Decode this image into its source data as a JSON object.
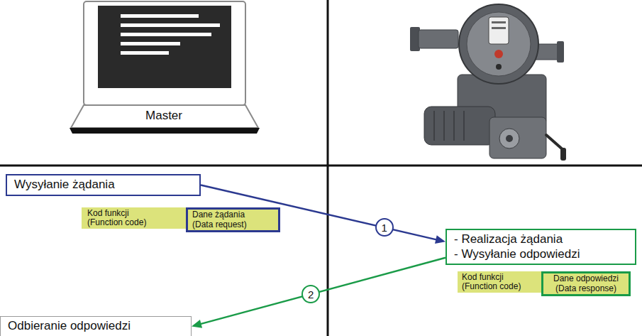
{
  "diagram": {
    "nodes": [
      {
        "text": [
          "Wysyłanie żądania"
        ]
      },
      {
        "text": [
          "Kod funkcji (Function code)"
        ]
      },
      {
        "text": [
          "Dane żądania (Data request)"
        ]
      },
      {
        "text": [
          "- Realizacja żądania",
          "- Wysyłanie odpowiedzi"
        ]
      },
      {
        "text": [
          "Kod funkcji (Function code)"
        ]
      },
      {
        "text": [
          "Dane odpowiedzi (Data response)"
        ]
      },
      {
        "text": [
          "Odbieranie odpowiedzi"
        ]
      }
    ],
    "edges": [
      {
        "from": 0,
        "to": 3,
        "arrow": "to",
        "label": "1"
      },
      {
        "from": 3,
        "to": 6,
        "arrow": "to",
        "label": "2"
      }
    ],
    "labels": [
      "Master"
    ]
  }
}
